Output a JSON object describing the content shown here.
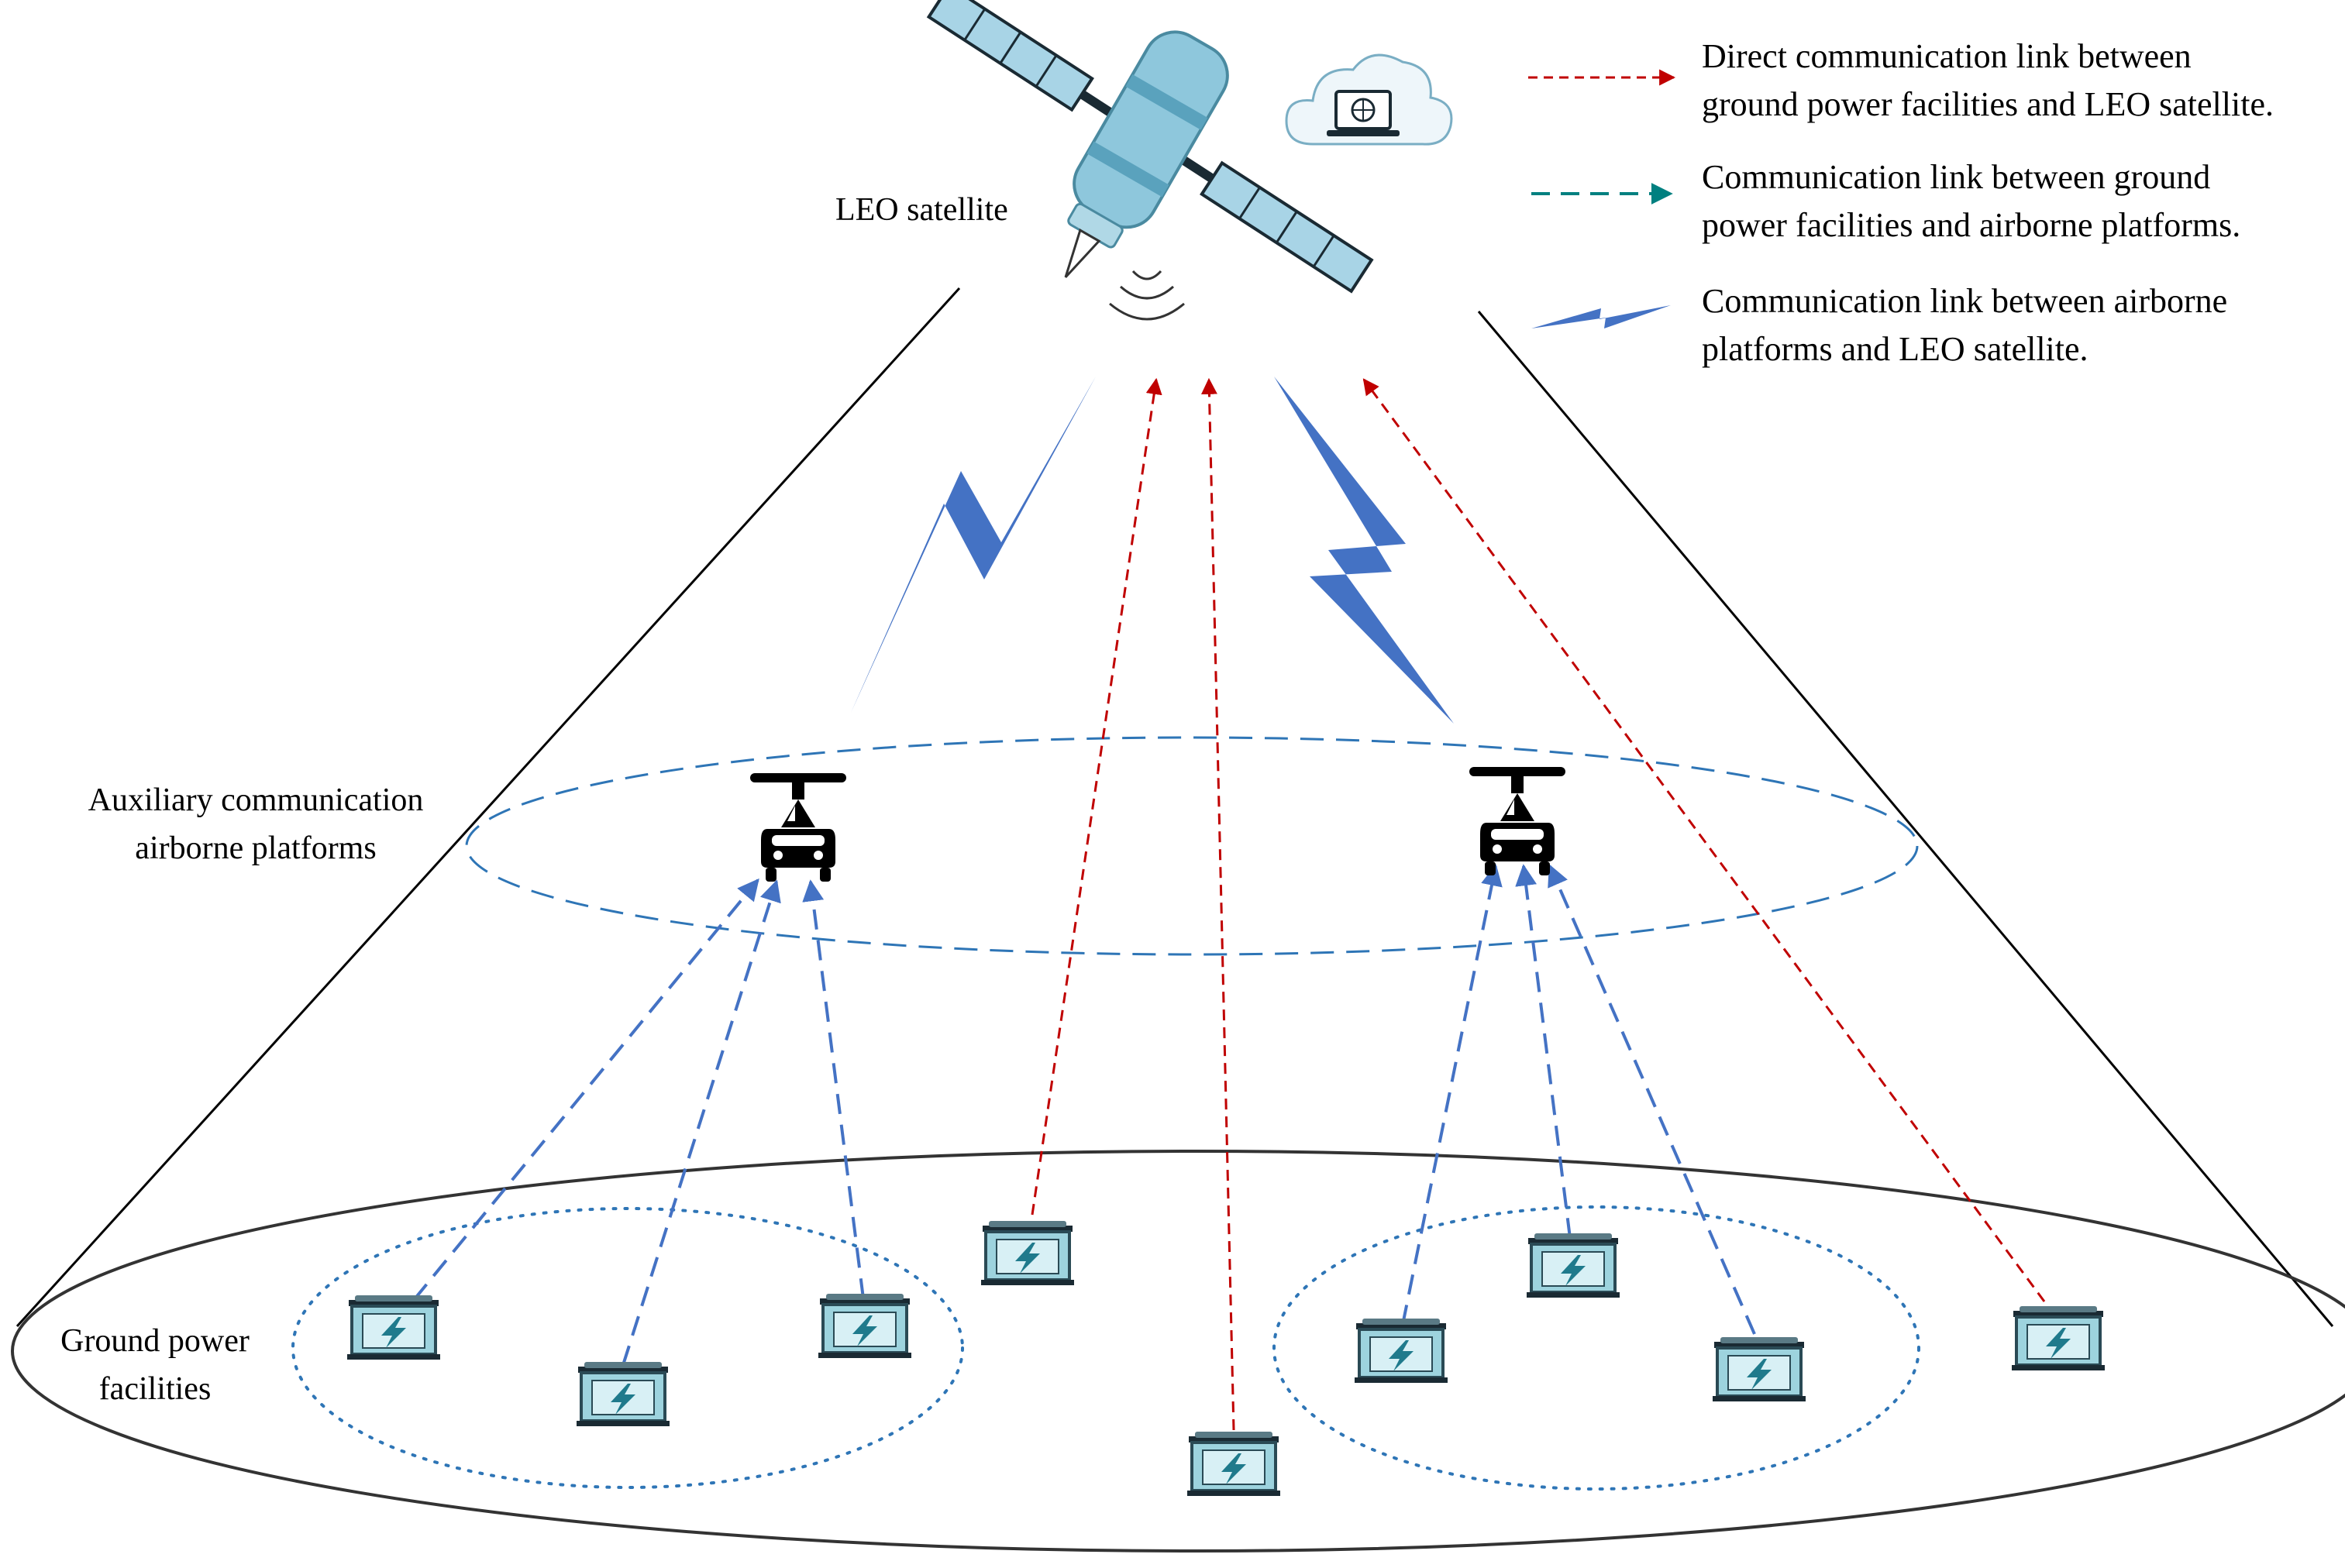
{
  "labels": {
    "satellite": "LEO satellite",
    "platforms_line1": "Auxiliary communication",
    "platforms_line2": "airborne platforms",
    "ground_line1": "Ground power",
    "ground_line2": "facilities"
  },
  "legend": [
    {
      "style": "red-dashed-arrow",
      "line1": "Direct communication link between",
      "line2": "ground power facilities and LEO satellite."
    },
    {
      "style": "teal-dashed-arrow",
      "line1": "Communication link between ground",
      "line2": "power facilities and airborne platforms."
    },
    {
      "style": "blue-lightning",
      "line1": "Communication link between airborne",
      "line2": "platforms and LEO satellite."
    }
  ],
  "colors": {
    "direct_link": "#c00000",
    "ground_airborne_link": "#4472c4",
    "legend_teal": "#008080",
    "lightning": "#4472c4",
    "ellipse_blue": "#2e75b6",
    "facility_fill": "#9dd3de",
    "facility_bolt": "#1f7a8c"
  },
  "icons": {
    "satellite": "satellite-icon",
    "cloud": "cloud-computer-icon",
    "signal": "signal-waves-icon",
    "airborne": "helicopter-icon",
    "facility": "power-facility-icon"
  }
}
